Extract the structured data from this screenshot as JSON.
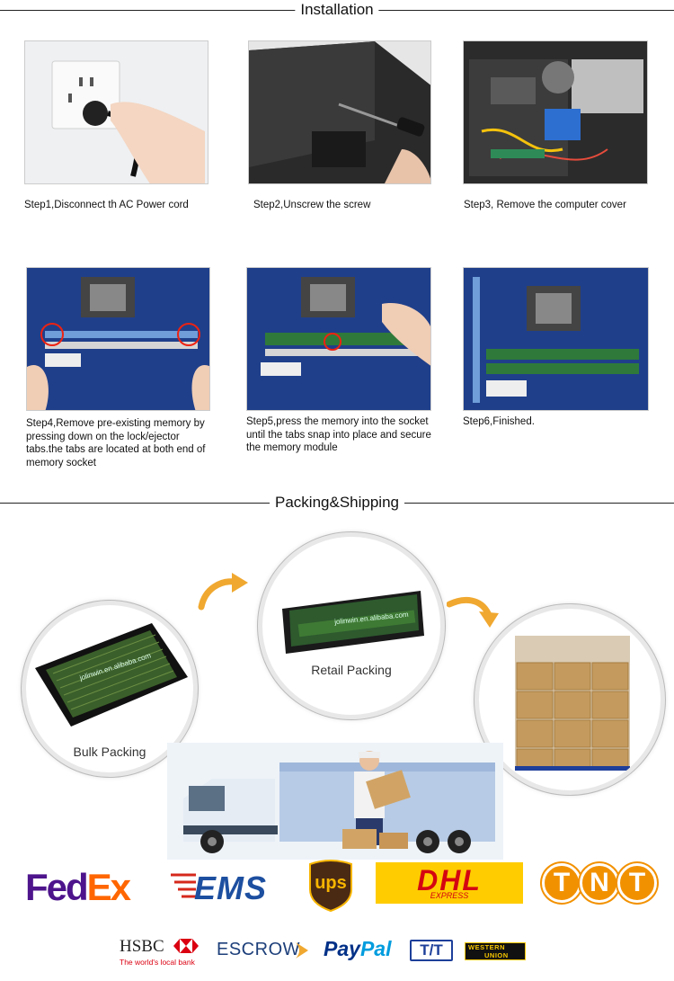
{
  "sections": {
    "installation": "Installation",
    "packing": "Packing&Shipping"
  },
  "steps": [
    {
      "caption": "Step1,Disconnect th AC Power cord"
    },
    {
      "caption": "Step2,Unscrew the screw"
    },
    {
      "caption": "Step3, Remove the computer cover"
    },
    {
      "caption": "Step4,Remove pre-existing memory by pressing down on the lock/ejector tabs.the tabs are located at both end of memory socket"
    },
    {
      "caption": "Step5,press the memory into the socket until the tabs snap into place and secure the memory module"
    },
    {
      "caption": "Step6,Finished."
    }
  ],
  "packing": {
    "bulk_label": "Bulk Packing",
    "retail_label": "Retail Packing",
    "tray_watermark": "jolinwin.en.alibaba.com",
    "box_watermark": "jolinwin.en.alibaba.com"
  },
  "couriers": {
    "fedex_fed": "Fed",
    "fedex_ex": "Ex",
    "ems": "EMS",
    "ups": "ups",
    "dhl": "DHL",
    "dhl_sub": "EXPRESS",
    "tnt": [
      "T",
      "N",
      "T"
    ]
  },
  "payments": {
    "hsbc": "HSBC",
    "hsbc_tagline": "The world's local bank",
    "escrow": "ESCROW",
    "paypal_pay": "Pay",
    "paypal_pal": "Pal",
    "tt": "T/T",
    "western_union_1": "WESTERN",
    "western_union_2": "UNION"
  },
  "colors": {
    "arrow": "#f0a830",
    "fedex_purple": "#4d148c",
    "fedex_orange": "#ff6600",
    "ems_blue": "#1d4fa0",
    "ems_red": "#d6281c",
    "ups_brown": "#4b2a14",
    "ups_gold": "#f7b500",
    "dhl_yellow": "#ffcc00",
    "dhl_red": "#d40511",
    "tnt_orange": "#f29100",
    "hsbc_red": "#db0011",
    "paypal_dark": "#003087",
    "paypal_light": "#009cde"
  }
}
